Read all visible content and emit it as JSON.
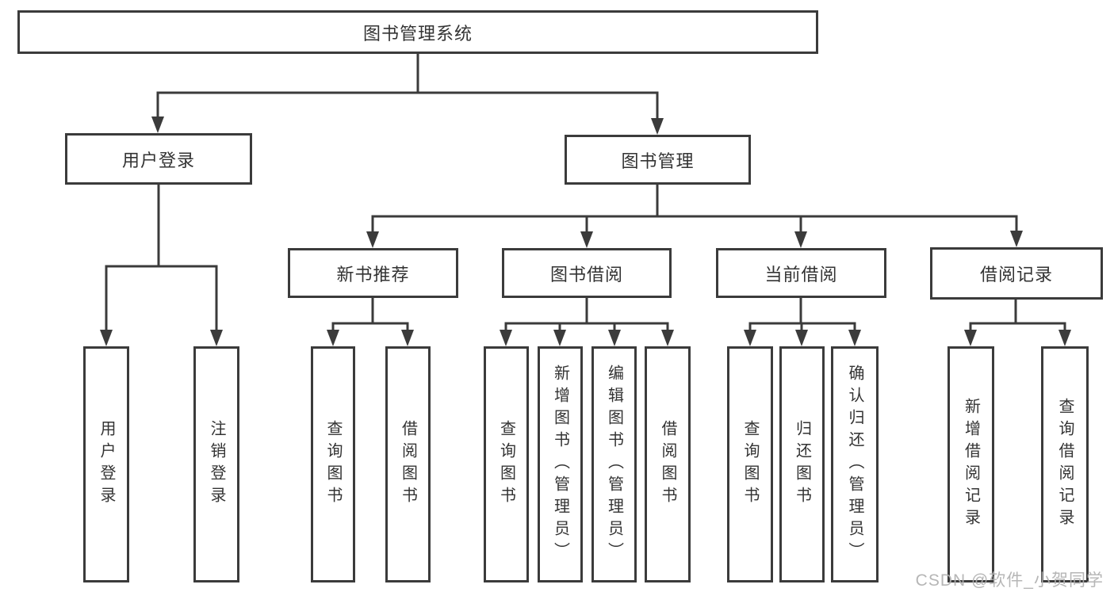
{
  "watermark": "CSDN @软件_小贺同学",
  "colors": {
    "line": "#3b3b3b",
    "text": "#333333",
    "box_fill": "#ffffff",
    "watermark": "#b0b0b0"
  },
  "tree": {
    "label": "图书管理系统",
    "children": [
      {
        "label": "用户登录",
        "children": [
          {
            "label": "用户登录"
          },
          {
            "label": "注销登录"
          }
        ]
      },
      {
        "label": "图书管理",
        "children": [
          {
            "label": "新书推荐",
            "children": [
              {
                "label": "查询图书"
              },
              {
                "label": "借阅图书"
              }
            ]
          },
          {
            "label": "图书借阅",
            "children": [
              {
                "label": "查询图书"
              },
              {
                "label": "新增图书（管理员）"
              },
              {
                "label": "编辑图书（管理员）"
              },
              {
                "label": "借阅图书"
              }
            ]
          },
          {
            "label": "当前借阅",
            "children": [
              {
                "label": "查询图书"
              },
              {
                "label": "归还图书"
              },
              {
                "label": "确认归还（管理员）"
              }
            ]
          },
          {
            "label": "借阅记录",
            "children": [
              {
                "label": "新增借阅记录"
              },
              {
                "label": "查询借阅记录"
              }
            ]
          }
        ]
      }
    ]
  }
}
